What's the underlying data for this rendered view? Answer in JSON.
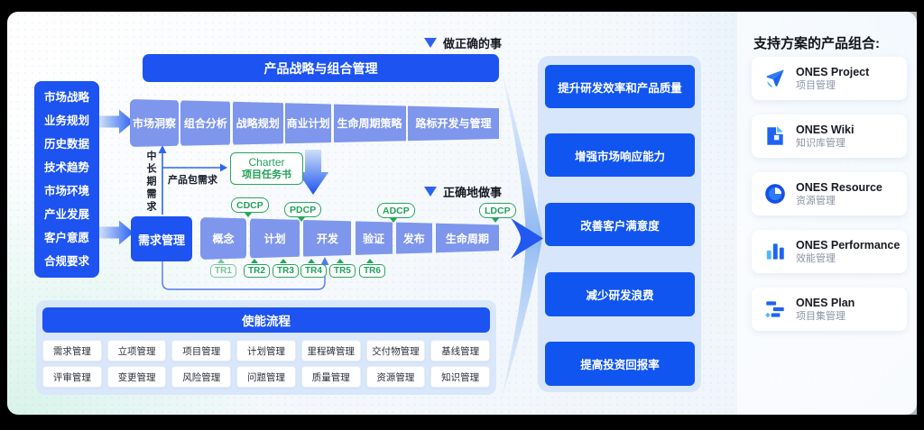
{
  "labels": {
    "do_right_things": "做正确的事",
    "do_things_right": "正确地做事",
    "mid_long_term_demand": "中长期需求",
    "product_package_demand": "产品包需求"
  },
  "strategy": {
    "banner": "产品战略与组合管理",
    "flow": [
      "市场洞察",
      "组合分析",
      "战略规划",
      "商业计划",
      "生命周期策略",
      "路标开发与管理"
    ]
  },
  "inputs": [
    "市场战略",
    "业务规划",
    "历史数据",
    "技术趋势",
    "市场环境",
    "产业发展",
    "客户意愿",
    "合规要求"
  ],
  "requirement_box": "需求管理",
  "charter": {
    "line1": "Charter",
    "line2": "项目任务书"
  },
  "dev": {
    "flow": [
      "概念",
      "计划",
      "开发",
      "验证",
      "发布",
      "生命周期"
    ],
    "dcp": [
      "CDCP",
      "PDCP",
      "ADCP",
      "LDCP"
    ],
    "tr": [
      "TR1",
      "TR2",
      "TR3",
      "TR4",
      "TR5",
      "TR6"
    ]
  },
  "enable": {
    "banner": "使能流程",
    "row1": [
      "需求管理",
      "立项管理",
      "项目管理",
      "计划管理",
      "里程碑管理",
      "交付物管理",
      "基线管理"
    ],
    "row2": [
      "评审管理",
      "变更管理",
      "风险管理",
      "问题管理",
      "质量管理",
      "资源管理",
      "知识管理"
    ]
  },
  "outcomes": [
    "提升研发效率和产品质量",
    "增强市场响应能力",
    "改善客户满意度",
    "减少研发浪费",
    "提高投资回报率"
  ],
  "sidebar": {
    "title": "支持方案的产品组合:",
    "products": [
      {
        "name": "ONES Project",
        "desc": "项目管理",
        "icon": "paper-plane-icon"
      },
      {
        "name": "ONES Wiki",
        "desc": "知识库管理",
        "icon": "document-icon"
      },
      {
        "name": "ONES Resource",
        "desc": "资源管理",
        "icon": "clock-pie-icon"
      },
      {
        "name": "ONES Performance",
        "desc": "效能管理",
        "icon": "bar-chart-icon"
      },
      {
        "name": "ONES Plan",
        "desc": "项目集管理",
        "icon": "gantt-icon"
      }
    ]
  },
  "colors": {
    "primary": "#1D53F0",
    "flow_box": "#7E96EC",
    "green": "#26A65B",
    "panel": "#D7E6FA"
  }
}
